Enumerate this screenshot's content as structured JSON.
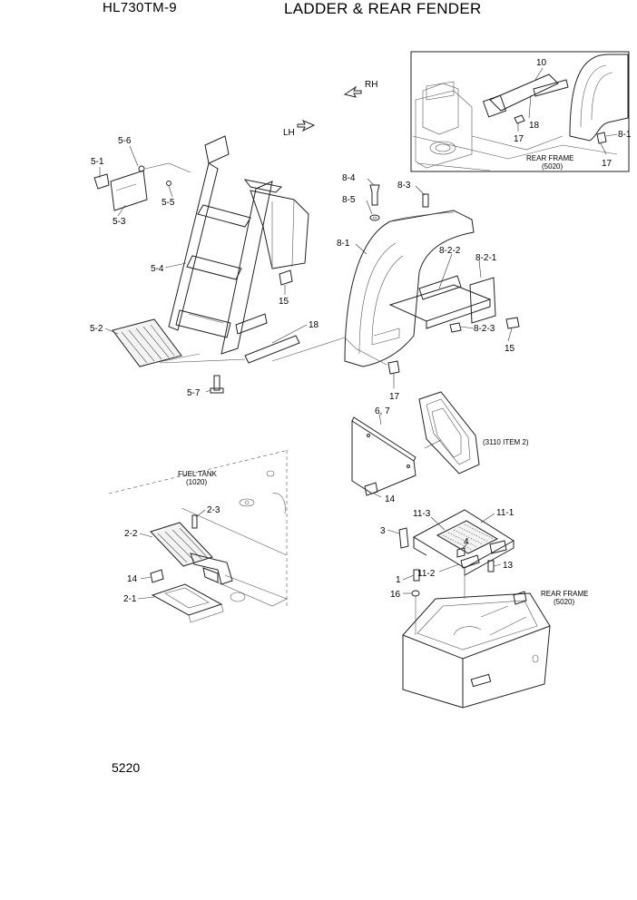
{
  "header": {
    "model": "HL730TM-9",
    "title": "LADDER & REAR FENDER"
  },
  "page_number": "5220",
  "directions": {
    "rh": "RH",
    "lh": "LH"
  },
  "references": {
    "rear_frame_inset": [
      "REAR FRAME",
      "(5020)"
    ],
    "rear_frame_main": [
      "REAR FRAME",
      "(5020)"
    ],
    "fuel_tank": [
      "FUEL TANK",
      "(1020)"
    ],
    "item_ref": "(3110 ITEM 2)"
  },
  "callouts": {
    "c10": "10",
    "c18a": "18",
    "c17a": "17",
    "c8_1a": "8-1",
    "c17b": "17",
    "c5_6": "5-6",
    "c5_1": "5-1",
    "c5_3": "5-3",
    "c5_5": "5-5",
    "c5_4": "5-4",
    "c15a": "15",
    "c18b": "18",
    "c5_2": "5-2",
    "c5_7": "5-7",
    "c8_4": "8-4",
    "c8_5": "8-5",
    "c8_3": "8-3",
    "c8_1b": "8-1",
    "c8_2_2": "8-2-2",
    "c8_2_1": "8-2-1",
    "c8_2_3": "8-2-3",
    "c15b": "15",
    "c17c": "17",
    "c6_7": "6, 7",
    "c14a": "14",
    "c2_3": "2-3",
    "c2_2": "2-2",
    "c14b": "14",
    "c2_1": "2-1",
    "c11_3": "11-3",
    "c11_1": "11-1",
    "c3": "3",
    "c4": "4",
    "c1": "1",
    "c11_2": "11-2",
    "c13": "13",
    "c16": "16"
  }
}
